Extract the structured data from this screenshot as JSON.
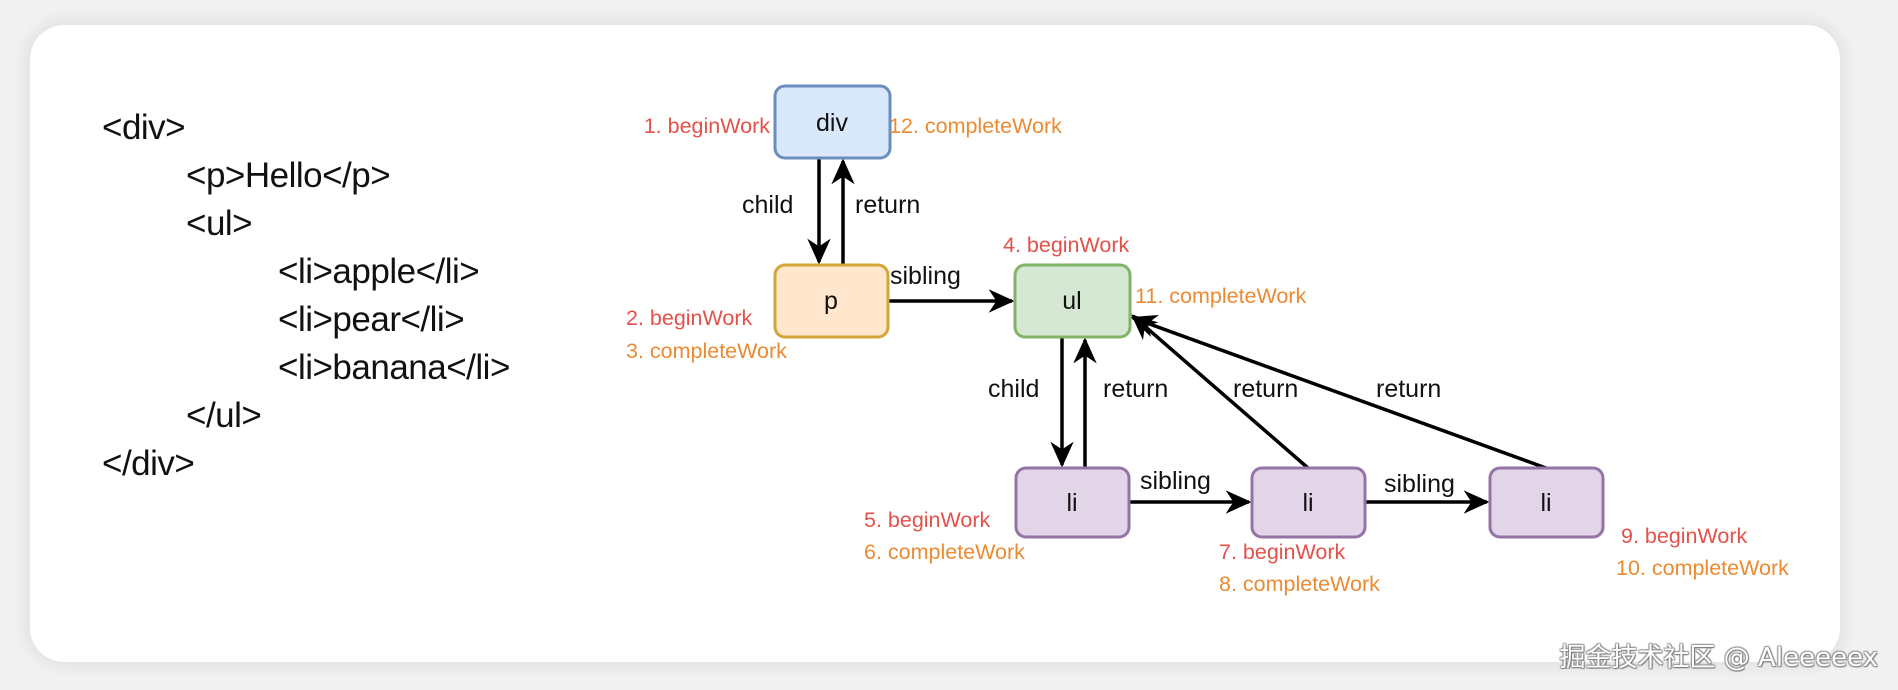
{
  "code": {
    "lines": [
      {
        "text": "<div>",
        "indent": 0
      },
      {
        "text": "<p>Hello</p>",
        "indent": 1
      },
      {
        "text": "<ul>",
        "indent": 1
      },
      {
        "text": "<li>apple</li>",
        "indent": 2
      },
      {
        "text": "<li>pear</li>",
        "indent": 2
      },
      {
        "text": "<li>banana</li>",
        "indent": 2
      },
      {
        "text": "</ul>",
        "indent": 1
      },
      {
        "text": "</div>",
        "indent": 0
      }
    ]
  },
  "colors": {
    "begin_work": "#e3514b",
    "complete_work": "#ec8a32",
    "div_fill": "#dae8fc",
    "div_stroke": "#6c8ebf",
    "p_fill": "#ffe6cc",
    "p_stroke": "#d6a53a",
    "ul_fill": "#d5e8d4",
    "ul_stroke": "#82b366",
    "li_fill": "#e1d5e7",
    "li_stroke": "#9673a6"
  },
  "diagram": {
    "nodes": {
      "div": {
        "label": "div",
        "begin": "1. beginWork",
        "complete": "12. completeWork"
      },
      "p": {
        "label": "p",
        "begin": "2. beginWork",
        "complete": "3. completeWork"
      },
      "ul": {
        "label": "ul",
        "begin": "4. beginWork",
        "complete": "11. completeWork"
      },
      "li1": {
        "label": "li",
        "begin": "5. beginWork",
        "complete": "6. completeWork"
      },
      "li2": {
        "label": "li",
        "begin": "7. beginWork",
        "complete": "8. completeWork"
      },
      "li3": {
        "label": "li",
        "begin": "9. beginWork",
        "complete": "10. completeWork"
      }
    },
    "edges": {
      "div_p_child": "child",
      "p_div_return": "return",
      "p_ul_sibling": "sibling",
      "ul_li1_child": "child",
      "li1_ul_return": "return",
      "li2_ul_return": "return",
      "li3_ul_return": "return",
      "li1_li2_sibling": "sibling",
      "li2_li3_sibling": "sibling"
    }
  },
  "watermark": "掘金技术社区 @ Aleeeeex"
}
